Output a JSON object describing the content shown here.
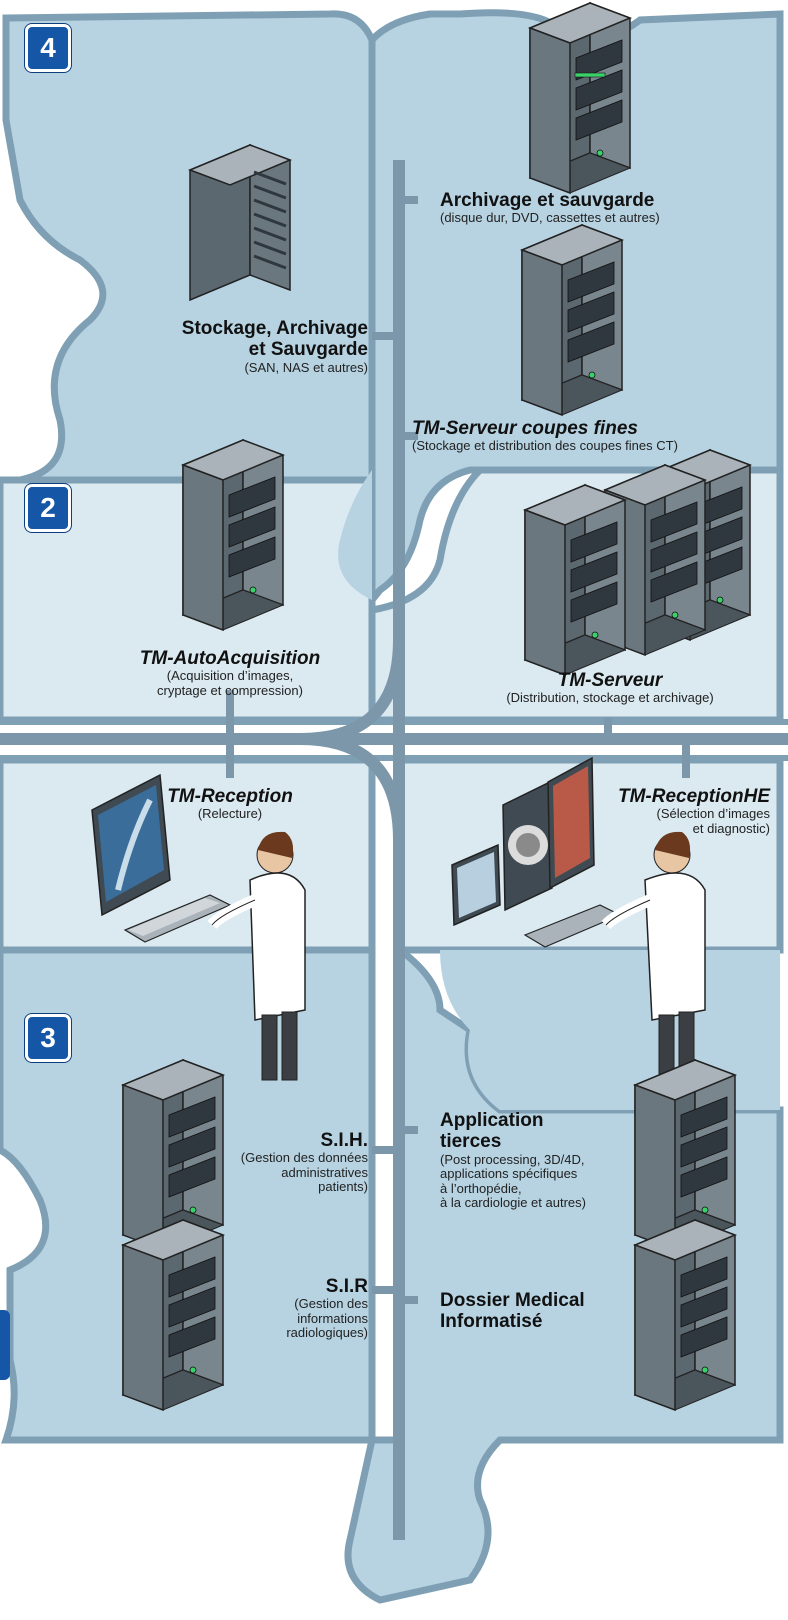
{
  "badges": {
    "b4": "4",
    "b2": "2",
    "b3": "3"
  },
  "labels": {
    "archivage": {
      "title": "Archivage et sauvgarde",
      "sub": "(disque dur, DVD, cassettes et autres)"
    },
    "stockage": {
      "title1": "Stockage, Archivage",
      "title2": "et Sauvgarde",
      "sub": "(SAN, NAS et autres)"
    },
    "serveur_coupes": {
      "title": "TM-Serveur coupes fines",
      "sub": "(Stockage et distribution des coupes fines CT)"
    },
    "autoacq": {
      "title": "TM-AutoAcquisition",
      "sub1": "(Acquisition d’images,",
      "sub2": "cryptage et compression)"
    },
    "serveur": {
      "title": "TM-Serveur",
      "sub": "(Distribution, stockage et archivage)"
    },
    "reception": {
      "title": "TM-Reception",
      "sub": "(Relecture)"
    },
    "receptionhe": {
      "title": "TM-ReceptionHE",
      "sub1": "(Sélection d’images",
      "sub2": "et diagnostic)"
    },
    "sih": {
      "title": "S.I.H.",
      "sub1": "(Gestion des données",
      "sub2": "administratives",
      "sub3": "patients)"
    },
    "application": {
      "title1": "Application",
      "title2": "tierces",
      "sub1": "(Post processing, 3D/4D,",
      "sub2": "applications spécifiques",
      "sub3": "à l’orthopédie,",
      "sub4": "à la cardiologie et autres)"
    },
    "sir": {
      "title": "S.I.R",
      "sub1": "(Gestion des",
      "sub2": "informations",
      "sub3": "radiologiques)"
    },
    "dossier": {
      "title1": "Dossier Medical",
      "title2": "Informatisé"
    }
  },
  "colors": {
    "puzzle_dark": "#b7d3e2",
    "puzzle_light": "#dbe9f1",
    "gutter": "#7fa0b4",
    "connector": "#7c97a9",
    "badge": "#1557a6",
    "server_front": "#5c6870",
    "server_side": "#7a868e",
    "server_top": "#a9b3b9"
  },
  "icons": [
    "server-tower-icon",
    "server-rack-icon",
    "server-cluster-icon",
    "workstation-monitor-icon",
    "diagnostic-monitors-icon",
    "radiologist-icon"
  ]
}
